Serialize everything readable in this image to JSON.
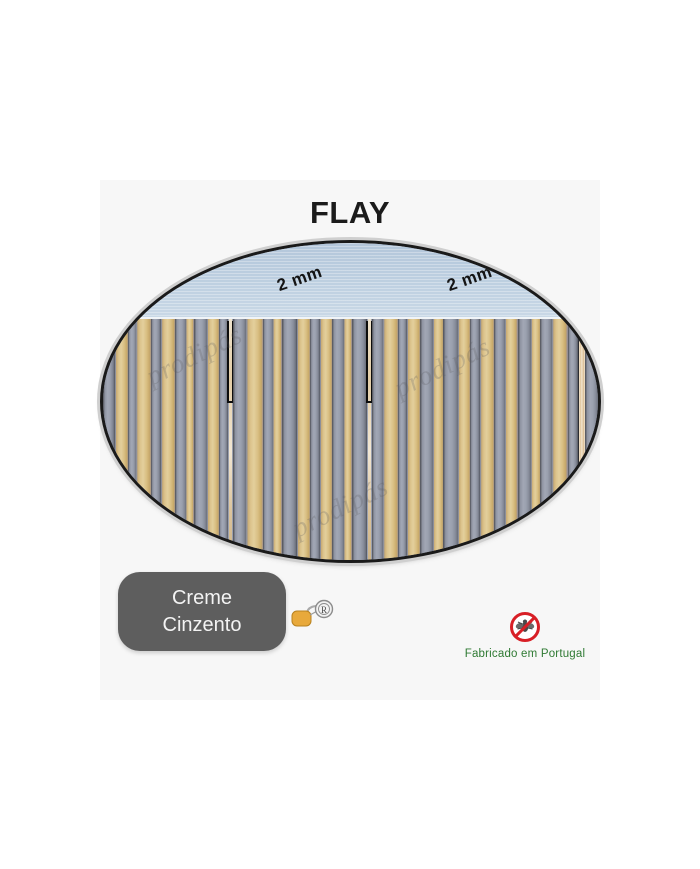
{
  "page": {
    "background_color": "#ffffff",
    "panel_background_color": "#f7f7f7"
  },
  "product": {
    "title": "FLAY",
    "color_name_line1": "Creme",
    "color_name_line2": "Cinzento",
    "badge_color": "#5e5e5e",
    "badge_text_color": "#f3f3f3"
  },
  "sample": {
    "measurement_label_left": "2 mm",
    "measurement_label_right": "2 mm",
    "watermark_text": "prodipás",
    "sky_color": "#bed0e1",
    "cream_color": "#dcc48d",
    "grey_color": "#9aa0ae",
    "border_color": "#1a1a1a"
  },
  "origin": {
    "label": "Fabricado em Portugal",
    "label_color": "#2f7a33",
    "icon_name": "no-insects-icon",
    "icon_color": "#d81f26"
  },
  "trademark": {
    "icon_name": "padlock-registered-icon",
    "symbol": "R",
    "lock_color": "#e8a93b"
  }
}
